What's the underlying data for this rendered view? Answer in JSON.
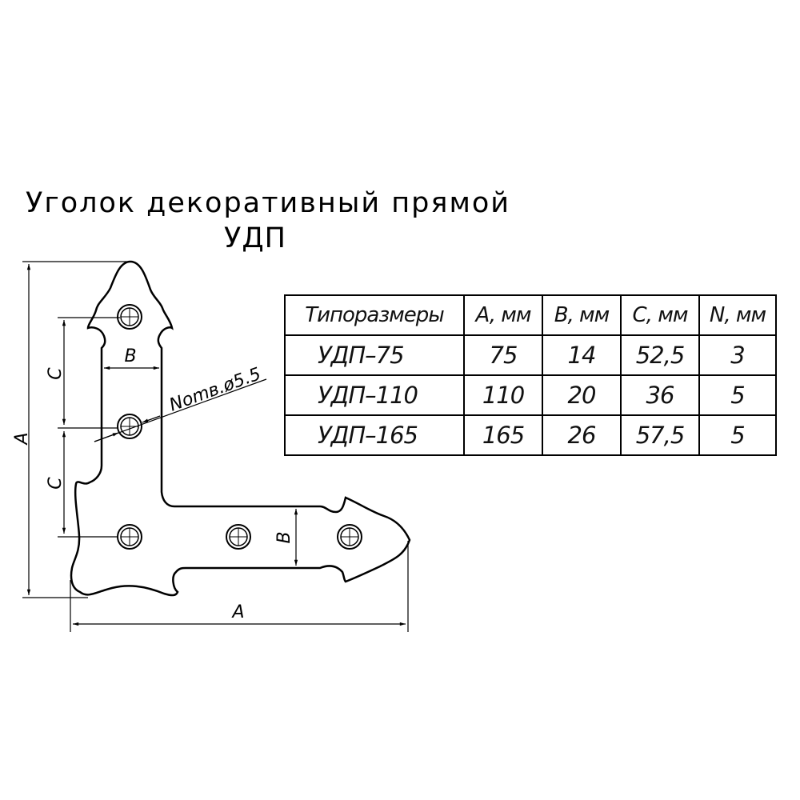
{
  "title": {
    "line1": "Уголок декоративный прямой",
    "line2": "УДП"
  },
  "drawing": {
    "dimension_labels": {
      "A_vertical": "A",
      "A_horizontal": "A",
      "B_vertical_arm": "B",
      "B_horizontal_arm": "B",
      "C_upper": "C",
      "C_lower": "C"
    },
    "hole_callout": "Nomв.ø5.5",
    "hole_count": 5
  },
  "table": {
    "headers": [
      "Типоразмеры",
      "A, мм",
      "B, мм",
      "C, мм",
      "N, мм"
    ],
    "rows": [
      [
        "УДП–75",
        "75",
        "14",
        "52,5",
        "3"
      ],
      [
        "УДП–110",
        "110",
        "20",
        "36",
        "5"
      ],
      [
        "УДП–165",
        "165",
        "26",
        "57,5",
        "5"
      ]
    ]
  },
  "colors": {
    "line": "#000000",
    "background": "#ffffff"
  }
}
